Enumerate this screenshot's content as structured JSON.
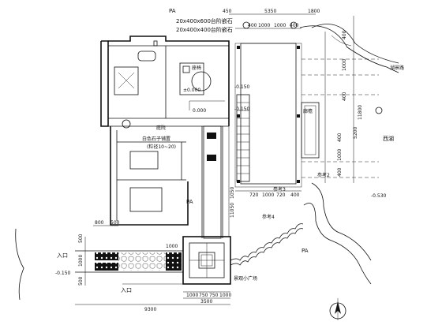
{
  "labels": {
    "pa_top": "PA",
    "pa_mid": "PA",
    "pa_right": "PA",
    "stone_1": "20x400x600台阶嵌石",
    "stone_2": "20x400x400台阶嵌石",
    "lake_road": "湖景路",
    "south_lake": "西湖",
    "pavilion": "廊檐",
    "patio": "庭院",
    "gravel_1": "白色石子铺置",
    "gravel_2": "(粒径10~20)",
    "seat": "座椅",
    "entrance_1": "入口",
    "entrance_2": "入口",
    "small_square": "景观小广场",
    "ref_2": "参考2",
    "ref_3": "参考3",
    "ref_4": "参考4"
  },
  "levels": {
    "l1": "-0.150",
    "l2": "±0.000",
    "l3": "-0.150",
    "l4": "-0.530",
    "l5": "-0.150",
    "l6": "0.000"
  },
  "dims": {
    "d450": "450",
    "d5350": "5350",
    "d1800": "1800",
    "top_seq": [
      "400",
      "1000",
      "1000",
      "400"
    ],
    "d400_r1": "400",
    "d1000_r": "1000",
    "d400_r2": "400",
    "d11800": "11800",
    "d5200": "5200",
    "r400a": "400",
    "r1000": "1000",
    "r400b": "400",
    "bot_seq": [
      "720",
      "1000",
      "720",
      "400"
    ],
    "d1050": "1050",
    "d11050": "11050",
    "d800": "800",
    "d500": "500",
    "d1000": "1000",
    "l500": "500",
    "l1000": "1000",
    "l500b": "500",
    "sq_seq": [
      "1000",
      "750",
      "750",
      "1000"
    ],
    "d3500": "3500",
    "d9300": "9300"
  },
  "icons": {
    "north": "north-arrow-icon"
  },
  "colors": {
    "line": "#111111",
    "background": "#ffffff"
  }
}
